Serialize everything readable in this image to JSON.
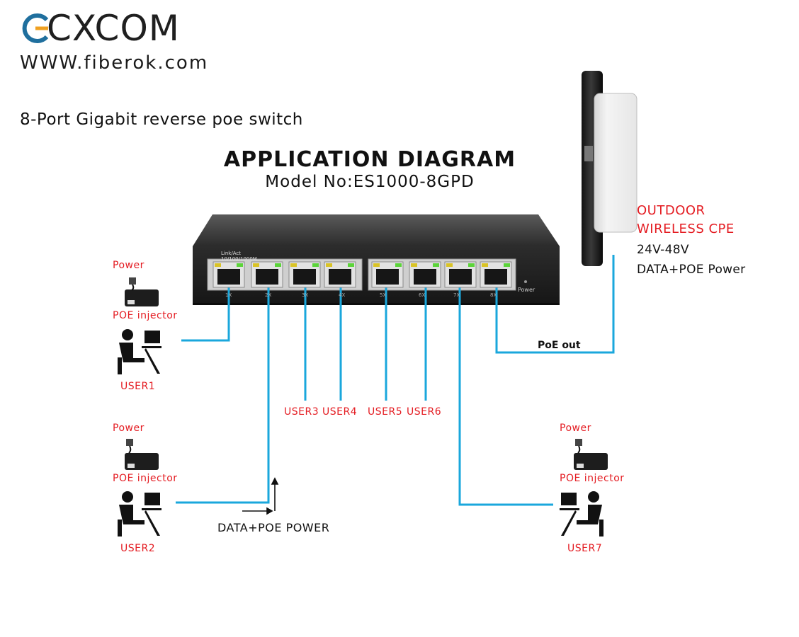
{
  "brand": {
    "logo": "CXCOM",
    "url": "WWW.fiberok.com"
  },
  "subtitle": "8-Port Gigabit reverse poe switch",
  "diagram": {
    "title": "APPLICATION DIAGRAM",
    "model": "Model No:ES1000-8GPD"
  },
  "switch": {
    "link_label": "Link/Act",
    "speed_label": "10/100/1000M",
    "power_label": "Power",
    "ports": [
      "1X",
      "2X",
      "3X",
      "4X",
      "5X",
      "6X",
      "7X",
      "8X"
    ]
  },
  "cpe": {
    "label_line1": "OUTDOOR",
    "label_line2": "WIRELESS CPE",
    "voltage": "24V-48V",
    "power_note": "DATA+POE Power",
    "poe_out": "PoE out"
  },
  "users": {
    "user1": {
      "power": "Power",
      "injector": "POE injector",
      "name": "USER1"
    },
    "user2": {
      "power": "Power",
      "injector": "POE injector",
      "name": "USER2"
    },
    "user7": {
      "power": "Power",
      "injector": "POE injector",
      "name": "USER7"
    },
    "user3": "USER3",
    "user4": "USER4",
    "user5": "USER5",
    "user6": "USER6"
  },
  "legend": {
    "data_poe": "DATA+POE POWER"
  },
  "colors": {
    "cable": "#1aa7dc",
    "label_red": "#e41c22",
    "switch_body": "#2a2a2a"
  }
}
